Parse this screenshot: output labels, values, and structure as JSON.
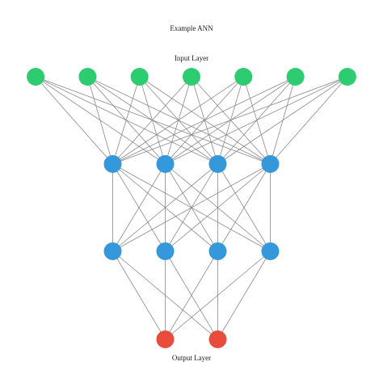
{
  "diagram": {
    "title": "Example ANN",
    "layers": [
      {
        "label": "Input Layer",
        "nodes": 7,
        "color": "#2ecc71"
      },
      {
        "label": "",
        "nodes": 4,
        "color": "#3498db"
      },
      {
        "label": "",
        "nodes": 4,
        "color": "#3498db"
      },
      {
        "label": "Output Layer",
        "nodes": 2,
        "color": "#e74c3c"
      }
    ],
    "edge_color": "#8a8a8a",
    "fully_connected": true
  }
}
